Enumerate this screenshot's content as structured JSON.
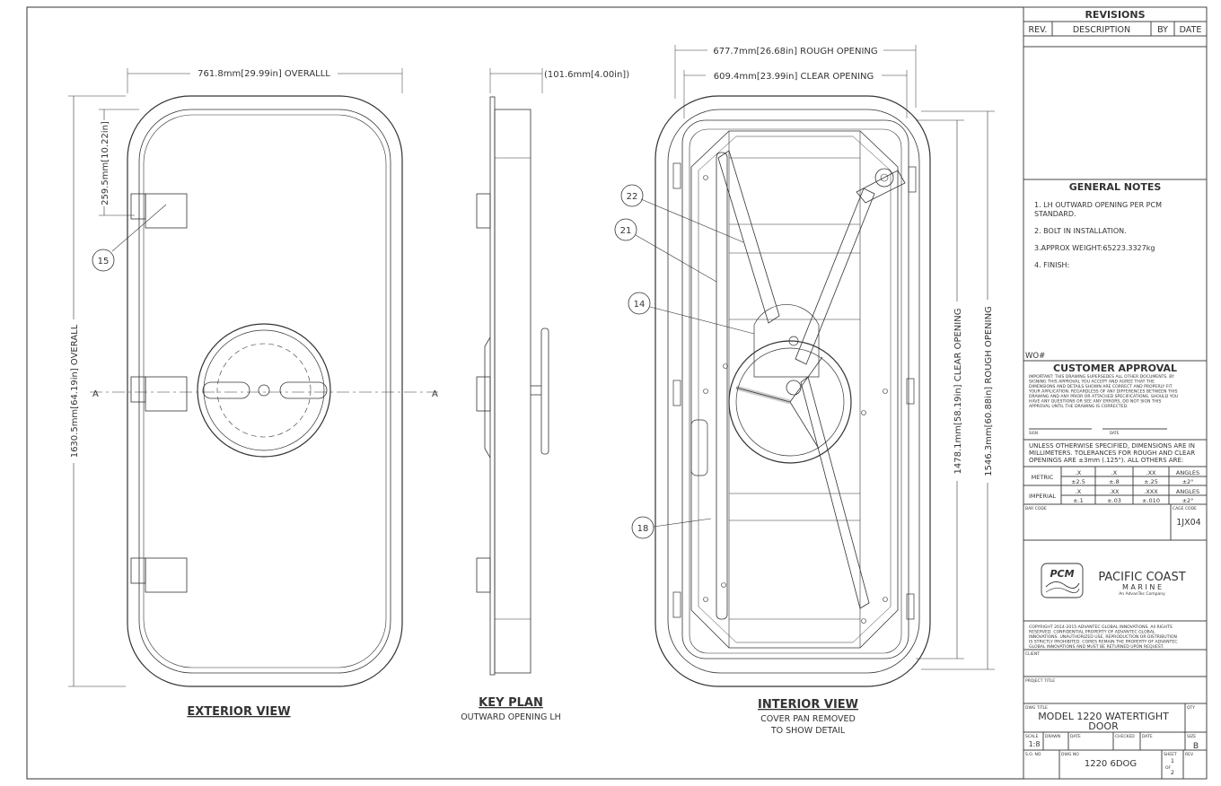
{
  "exterior": {
    "title": "EXTERIOR VIEW",
    "dim_width": "761.8mm[29.99in] OVERALLL",
    "dim_height": "1630.5mm[64.19in] OVERALL",
    "dim_hinge_a": "259.5mm[10.22in]",
    "section_label": "A",
    "callout_15": "15"
  },
  "keyplan": {
    "title": "KEY PLAN",
    "subtitle": "OUTWARD OPENING LH",
    "dim_depth": "(101.6mm[4.00in])"
  },
  "interior": {
    "title": "INTERIOR VIEW",
    "subtitle_1": "COVER PAN REMOVED",
    "subtitle_2": "TO SHOW DETAIL",
    "dim_rough_w": "677.7mm[26.68in] ROUGH OPENING",
    "dim_clear_w": "609.4mm[23.99in] CLEAR OPENING",
    "dim_clear_h": "1478.1mm[58.19in] CLEAR OPENING",
    "dim_rough_h": "1546.3mm[60.88in] ROUGH OPENING",
    "callouts": [
      "22",
      "21",
      "14",
      "18"
    ]
  },
  "titleblock": {
    "revisions_title": "REVISIONS",
    "rev_headers": [
      "REV.",
      "DESCRIPTION",
      "BY",
      "DATE"
    ],
    "notes_title": "GENERAL NOTES",
    "notes": [
      "1. LH OUTWARD OPENING PER PCM",
      "STANDARD.",
      "2. BOLT IN INSTALLATION.",
      "3.APPROX WEIGHT:65223.3327kg",
      "4. FINISH:"
    ],
    "wo_label": "WO#",
    "approval_title": "CUSTOMER APPROVAL",
    "approval_text": [
      "IMPORTANT: THIS DRAWING SUPERSEDES ALL OTHER DOCUMENTS. BY",
      "SIGNING THIS APPROVAL YOU ACCEPT AND AGREE THAT THE",
      "DIMENSIONS AND DETAILS SHOWN ARE CORRECT AND PROPERLY FIT",
      "YOUR APPLICATION. REGARDLESS OF ANY DIFFERENCES BETWEEN THIS",
      "DRAWING AND ANY PRIOR OR ATTACHED SPECIFICATIONS. SHOULD YOU",
      "HAVE ANY QUESTIONS OR SEE ANY ERRORS, DO NOT SIGN THIS",
      "APPROVAL UNTIL THE DRAWING IS CORRECTED."
    ],
    "sign_label": "SIGN",
    "date_label": "DATE",
    "tolerance_text": [
      "UNLESS OTHERWISE SPECIFIED, DIMENSIONS ARE IN",
      "MILLIMETERS.  TOLERANCES FOR ROUGH AND CLEAR",
      "OPENINGS ARE ±3mm (.125\").  ALL OTHERS ARE:"
    ],
    "tol_metric_label": "METRIC",
    "tol_imperial_label": "IMPERIAL",
    "tol_metric_head": [
      ".X",
      ".X",
      ".XX",
      "ANGLES"
    ],
    "tol_metric_vals": [
      "±2.5",
      "±.8",
      "±.25",
      "±2°"
    ],
    "tol_imperial_head": [
      ".X",
      ".XX",
      ".XXX",
      "ANGLES"
    ],
    "tol_imperial_vals": [
      "±.1",
      "±.03",
      "±.010",
      "±2°"
    ],
    "bar_code_label": "BAR CODE",
    "cage_code_label": "CAGE CODE",
    "cage_code": "1JX04",
    "logo_text": "PCM",
    "company_1": "PACIFIC COAST",
    "company_2": "M A R I N E",
    "company_3": "An AdvanTec Company",
    "copyright": [
      "COPYRIGHT 2014-2015 ADVANTEC GLOBAL INNOVATIONS.  All RIGHTS",
      "RESERVED. CONFIDENTIAL PROPERTY OF ADVANTEC GLOBAL",
      "INNOVATIONS.  UNAUTHORIZED USE, REPRODUCTION OR DISTRIBUTION",
      "IS STRICTLY PROHIBITED.  COPIES REMAIN THE PROPERTY OF ADVANTEC",
      "GLOBAL INNOVATIONS AND MUST BE RETURNED UPON REQUEST."
    ],
    "client_label": "CLIENT",
    "project_title_label": "PROJECT TITLE",
    "dwg_title_label": "DWG TITLE",
    "qty_label": "QTY",
    "dwg_title_1": "MODEL 1220 WATERTIGHT",
    "dwg_title_2": "DOOR",
    "scale_label": "SCALE",
    "drawn_label": "DRAWN",
    "date2_label": "DATE",
    "checked_label": "CHECKED",
    "date3_label": "DATE",
    "size_label": "SIZE",
    "scale": "1:8",
    "size": "B",
    "so_label": "S.O. NO",
    "dwg_no_label": "DWG NO",
    "sheet_label": "SHEET",
    "rev_label": "REV",
    "dwg_no": "1220 6DOG",
    "sheet_num": "1",
    "of_label": "OF",
    "sheet_total": "2"
  }
}
